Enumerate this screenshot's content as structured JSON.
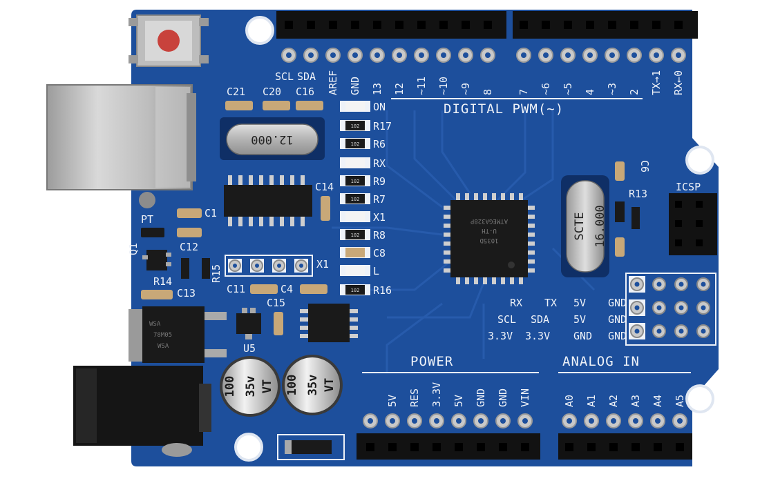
{
  "colors": {
    "pcb": "#1d4f9c",
    "pcb_dark": "#163f80",
    "header": "#121212",
    "silk": "#eef2f8",
    "led_red": "#c8423c"
  },
  "labels": {
    "top_row": [
      "SCL",
      "SDA",
      "AREF",
      "GND",
      "13",
      "12",
      "~11",
      "~10",
      "~9",
      "8",
      "7",
      "~6",
      "~5",
      "4",
      "~3",
      "2",
      "TX→1",
      "RX←0"
    ],
    "digital": "DIGITAL PWM(~)",
    "side": [
      "ON",
      "R17",
      "R6",
      "RX",
      "R9",
      "R7",
      "X1",
      "R8",
      "C8",
      "L",
      "R16"
    ],
    "caps_top": [
      "C21",
      "C20",
      "C16"
    ],
    "c14": "C14",
    "c1": "C1",
    "pt": "PT",
    "q1": "Q1",
    "c12": "C12",
    "r14": "R14",
    "r15": "R15",
    "c13": "C13",
    "c11": "C11",
    "c4": "C4",
    "c15": "C15",
    "x1_header": "X1",
    "u5": "U5",
    "r13": "R13",
    "c6": "C6",
    "icsp": "ICSP",
    "power": "POWER",
    "analog": "ANALOG IN",
    "power_pins": [
      "5V",
      "RES",
      "3.3V",
      "5V",
      "GND",
      "GND",
      "VIN"
    ],
    "analog_pins": [
      "A0",
      "A1",
      "A2",
      "A3",
      "A4",
      "A5"
    ],
    "pin_grid": [
      [
        "RX",
        "TX",
        "5V",
        "GND"
      ],
      [
        "SCL",
        "SDA",
        "5V",
        "GND"
      ],
      [
        "3.3V",
        "3.3V",
        "GND",
        "GND"
      ]
    ],
    "crystal_main": "12.000",
    "crystal_mcu": "16.000",
    "crystal_sub": "SCTE",
    "cap_value": "100",
    "cap_voltage": "35v",
    "cap_series": "VT",
    "regulator": [
      "78M05",
      "WSA"
    ],
    "mcu_print": [
      "ATMEGA328P",
      "U-TH",
      "1035D"
    ],
    "res_code": "102"
  }
}
